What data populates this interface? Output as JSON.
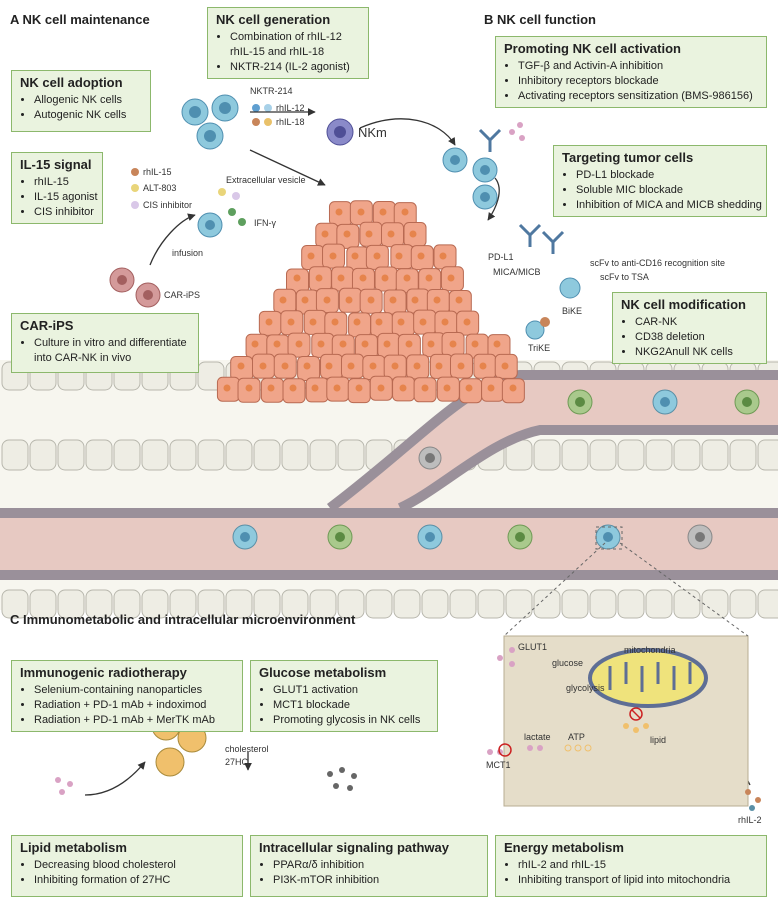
{
  "headers": {
    "a": "A  NK cell maintenance",
    "b": "B  NK cell function",
    "c": "C  Immunometabolic and intracellular microenvironment"
  },
  "boxes": {
    "generation": {
      "title": "NK cell generation",
      "items": [
        "Combination of rhIL-12 rhIL-15 and rhIL-18",
        "NKTR-214 (IL-2 agonist)"
      ]
    },
    "adoption": {
      "title": "NK cell adoption",
      "items": [
        "Allogenic NK cells",
        "Autogenic NK cells"
      ]
    },
    "il15": {
      "title": "IL-15 signal",
      "items": [
        "rhIL-15",
        "IL-15 agonist",
        "CIS inhibitor"
      ]
    },
    "cariPS": {
      "title": "CAR-iPS",
      "items": [
        "Culture in vitro and differentiate into CAR-NK in vivo"
      ]
    },
    "activation": {
      "title": "Promoting NK cell activation",
      "items": [
        "TGF-β and Activin-A inhibition",
        "Inhibitory receptors blockade",
        "Activating receptors sensitization (BMS-986156)"
      ]
    },
    "targeting": {
      "title": "Targeting tumor cells",
      "items": [
        "PD-L1 blockade",
        "Soluble MIC blockade",
        "Inhibition of MICA and MICB shedding"
      ]
    },
    "modification": {
      "title": "NK cell modification",
      "items": [
        "CAR-NK",
        "CD38 deletion",
        "NKG2Anull NK cells"
      ]
    },
    "radiotherapy": {
      "title": "Immunogenic radiotherapy",
      "items": [
        "Selenium-containing nanoparticles",
        "Radiation + PD-1 mAb + indoximod",
        "Radiation + PD-1 mAb + MerTK mAb"
      ]
    },
    "glucose": {
      "title": "Glucose metabolism",
      "items": [
        "GLUT1 activation",
        "MCT1 blockade",
        "Promoting glycosis in NK cells"
      ]
    },
    "lipid": {
      "title": "Lipid metabolism",
      "items": [
        "Decreasing blood cholesterol",
        "Inhibiting formation of 27HC"
      ]
    },
    "signaling": {
      "title": "Intracellular signaling pathway",
      "items": [
        "PPARα/δ inhibition",
        "PI3K-mTOR inhibition"
      ]
    },
    "energy": {
      "title": "Energy metabolism",
      "items": [
        "rhIL-2 and rhIL-15",
        "Inhibiting transport of lipid into mitochondria"
      ]
    }
  },
  "labels": {
    "nktr214": "NKTR-214",
    "rhil12": "rhIL-12",
    "rhil18": "rhIL-18",
    "nkm": "NKm",
    "rhil15": "rhIL-15",
    "alt803": "ALT-803",
    "cis": "CIS inhibitor",
    "ev": "Extracellular vesicle",
    "ifng": "IFN-γ",
    "infusion": "infusion",
    "cariPS": "CAR-iPS",
    "pdl1": "PD-L1",
    "mica": "MICA/MICB",
    "scfv_cd16": "scFv to anti-CD16 recognition site",
    "scfv_tsa": "scFv to TSA",
    "bike": "BiKE",
    "trike": "TriKE",
    "glut1": "GLUT1",
    "glucose": "glucose",
    "glycolysis": "glycolysis",
    "lactate": "lactate",
    "atp": "ATP",
    "mct1": "MCT1",
    "mitochondria": "mitochondria",
    "lipid": "lipid",
    "rhil2": "rhIL-2",
    "cholesterol": "cholesterol",
    "hc27": "27HC"
  },
  "colors": {
    "box_fill": "#eaf3df",
    "box_border": "#8cb86c",
    "vessel": "#e7c9c2",
    "tumor": "#f0a58a",
    "nk_cell": "#8ec9dd",
    "tissue": "#eeede4"
  }
}
